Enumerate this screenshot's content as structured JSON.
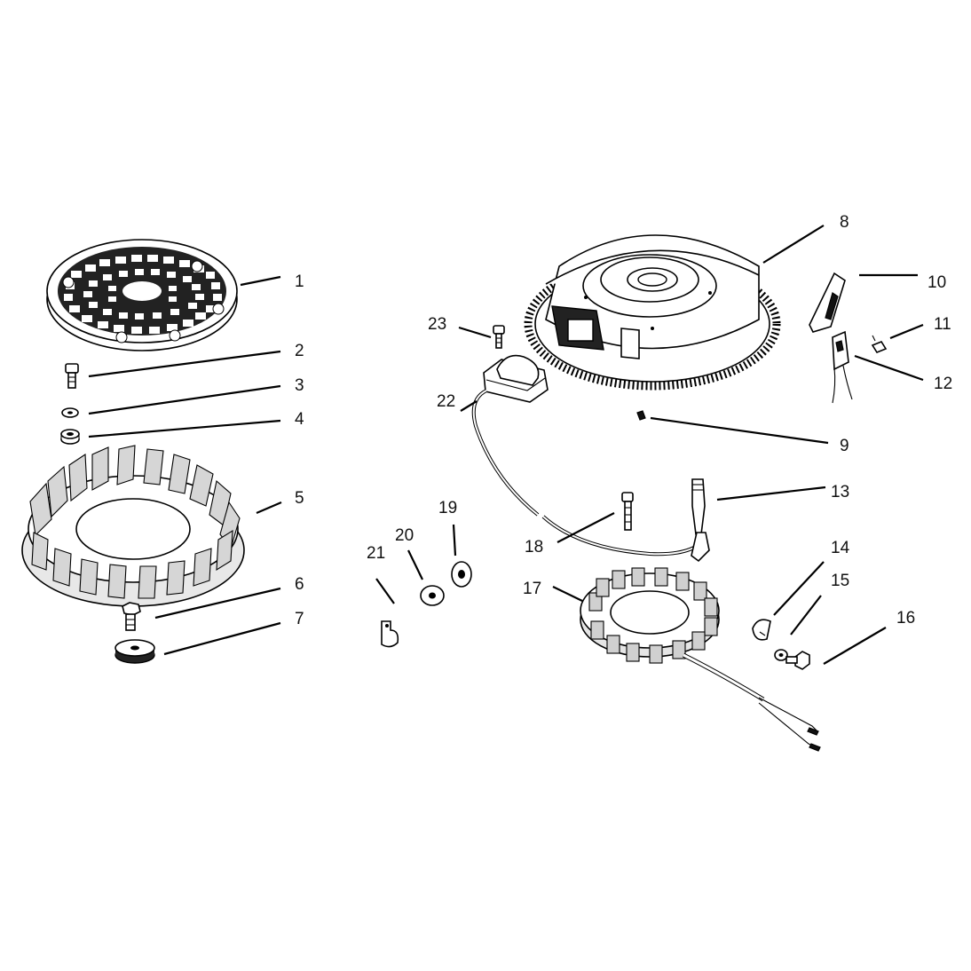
{
  "diagram": {
    "parts": [
      {
        "number": "1",
        "component": "fan-screen"
      },
      {
        "number": "2",
        "component": "screw"
      },
      {
        "number": "3",
        "component": "washer"
      },
      {
        "number": "4",
        "component": "spacer"
      },
      {
        "number": "5",
        "component": "cooling-fan"
      },
      {
        "number": "6",
        "component": "fan-bolt"
      },
      {
        "number": "7",
        "component": "flywheel-washer"
      },
      {
        "number": "8",
        "component": "flywheel"
      },
      {
        "number": "9",
        "component": "key"
      },
      {
        "number": "10",
        "component": "ignition-module"
      },
      {
        "number": "11",
        "component": "module-screw"
      },
      {
        "number": "12",
        "component": "module-bracket"
      },
      {
        "number": "13",
        "component": "connector-plug"
      },
      {
        "number": "14",
        "component": "wire-clamp"
      },
      {
        "number": "15",
        "component": "clamp-washer"
      },
      {
        "number": "16",
        "component": "clamp-screw"
      },
      {
        "number": "17",
        "component": "stator"
      },
      {
        "number": "18",
        "component": "stator-screw"
      },
      {
        "number": "19",
        "component": "washer"
      },
      {
        "number": "20",
        "component": "washer"
      },
      {
        "number": "21",
        "component": "wire-clip"
      },
      {
        "number": "22",
        "component": "rectifier-regulator"
      },
      {
        "number": "23",
        "component": "regulator-screw"
      }
    ]
  }
}
